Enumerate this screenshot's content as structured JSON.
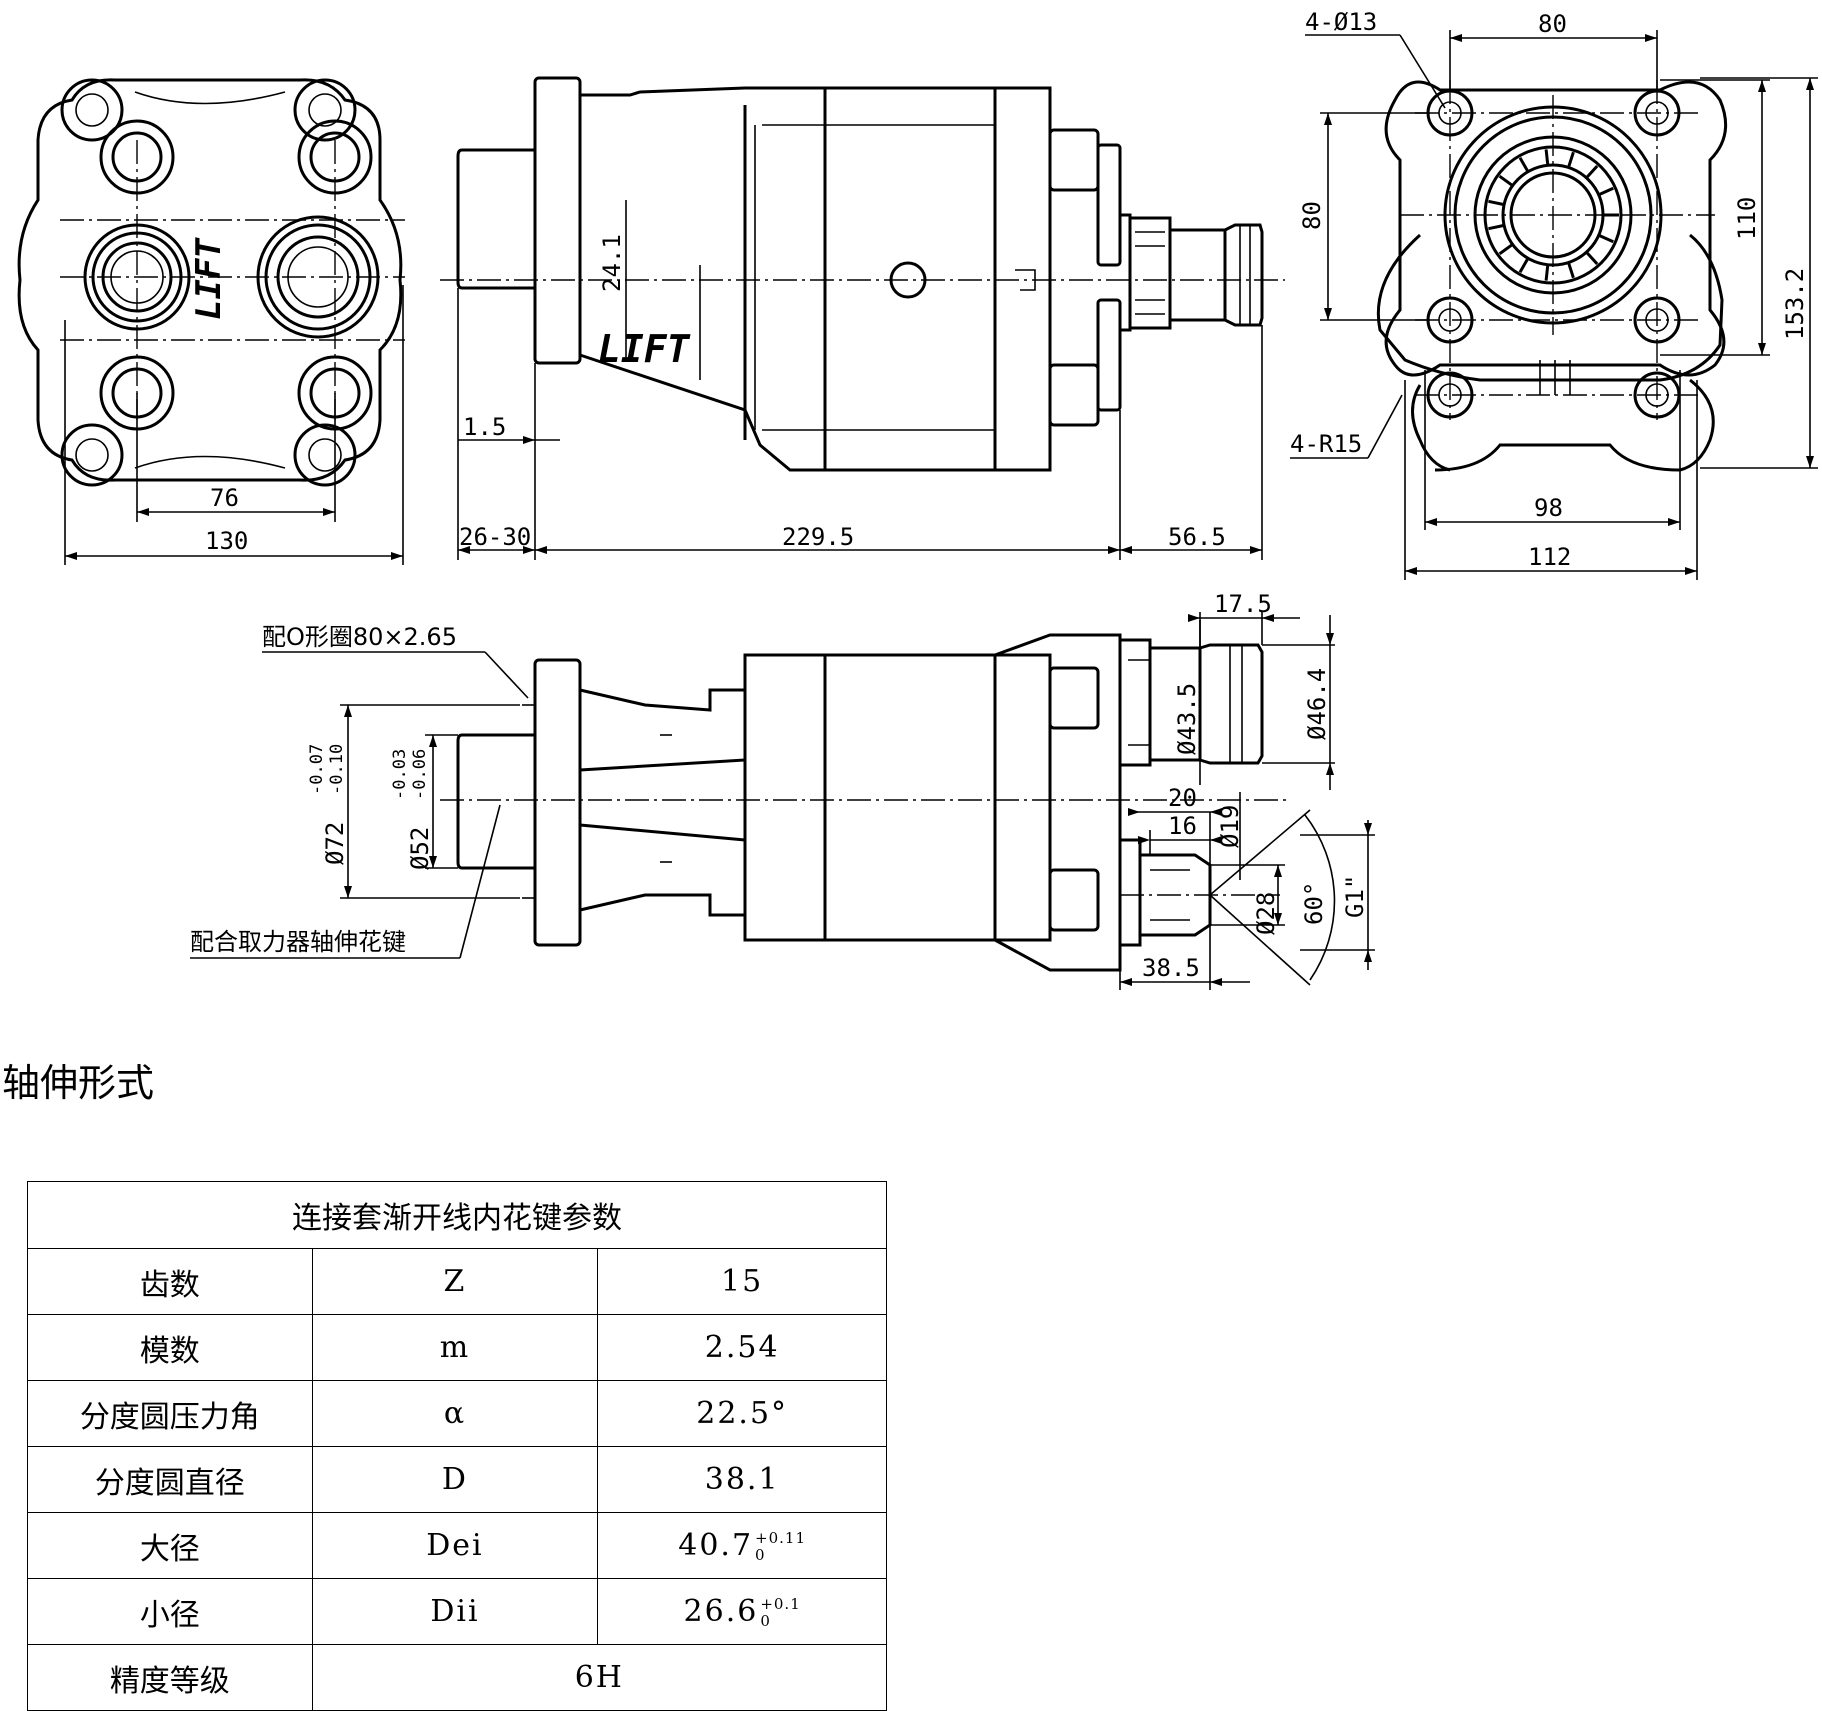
{
  "drawing": {
    "front_view": {
      "dim_bolt_spacing": "76",
      "dim_width": "130",
      "logo": "LIFT"
    },
    "side_view": {
      "dim_offset": "24.1",
      "dim_flange_gap": "1.5",
      "dim_shaft_length": "26-30",
      "dim_body_length": "229.5",
      "dim_port_length": "56.5",
      "logo": "LIFT"
    },
    "flange_view": {
      "label_holes": "4-Ø13",
      "label_radius": "4-R15",
      "dim_top": "80",
      "dim_left": "80",
      "dim_right_inner": "110",
      "dim_right_outer": "153.2",
      "dim_bottom_inner": "98",
      "dim_bottom_outer": "112"
    },
    "section_view": {
      "label_oring": "配O形圈80×2.65",
      "label_spline": "配合取力器轴伸花键",
      "dim_flange_dia": "Ø72",
      "tol_flange_upper": "-0.07",
      "tol_flange_lower": "-0.10",
      "dim_pilot_dia": "Ø52",
      "tol_pilot_upper": "-0.03",
      "tol_pilot_lower": "-0.06",
      "dim_port_len": "17.5",
      "dim_port_dia_inner": "Ø43.5",
      "dim_port_dia_outer": "Ø46.4",
      "dim_20": "20",
      "dim_16": "16",
      "dim_dia19": "Ø19",
      "dim_dia28": "Ø28",
      "dim_angle": "60°",
      "dim_thread": "G1\"",
      "dim_38_5": "38.5"
    }
  },
  "section_title": "轴伸形式",
  "spline_table": {
    "title": "连接套渐开线内花键参数",
    "rows": [
      {
        "name": "齿数",
        "symbol": "Z",
        "value": "15"
      },
      {
        "name": "模数",
        "symbol": "m",
        "value": "2.54"
      },
      {
        "name": "分度圆压力角",
        "symbol": "α",
        "value": "22.5°"
      },
      {
        "name": "分度圆直径",
        "symbol": "D",
        "value": "38.1"
      },
      {
        "name": "大径",
        "symbol": "Dei",
        "value": "40.7",
        "tol_upper": "+0.11",
        "tol_lower": "0"
      },
      {
        "name": "小径",
        "symbol": "Dii",
        "value": "26.6",
        "tol_upper": "+0.1",
        "tol_lower": "0"
      }
    ],
    "precision": {
      "name": "精度等级",
      "value": "6H"
    }
  }
}
